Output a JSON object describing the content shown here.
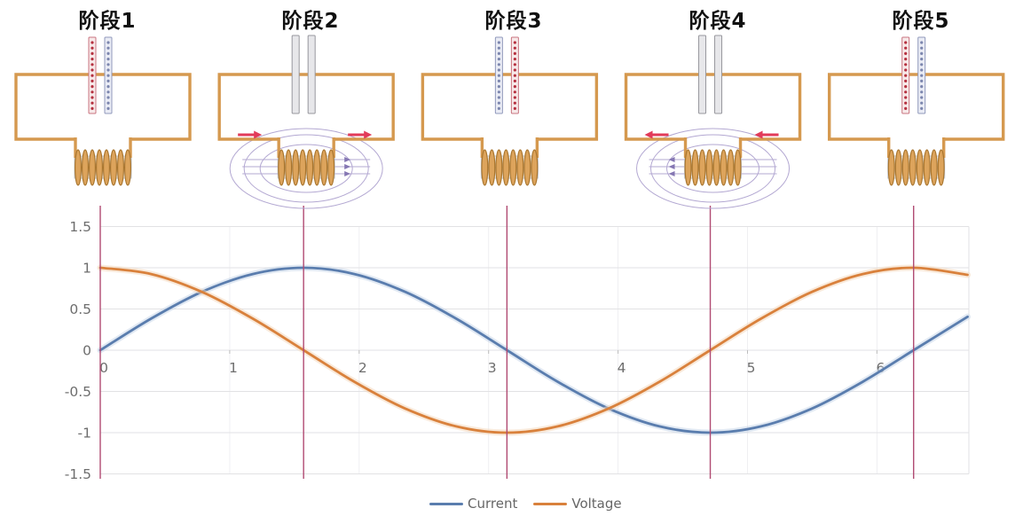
{
  "figure": {
    "description": "LC oscillation stages with capacitor charge, current direction, coil magnetic field, and current/voltage waveforms"
  },
  "stages": [
    {
      "label": "阶段1",
      "capacitor_state": "charged",
      "plate_left": "positive-red",
      "plate_right": "negative-blue",
      "current_direction": "none",
      "magnetic_field": false
    },
    {
      "label": "阶段2",
      "capacitor_state": "discharged",
      "plate_left": "neutral",
      "plate_right": "neutral",
      "current_direction": "right",
      "magnetic_field": true
    },
    {
      "label": "阶段3",
      "capacitor_state": "charged-reversed",
      "plate_left": "negative-blue",
      "plate_right": "positive-red",
      "current_direction": "none",
      "magnetic_field": false
    },
    {
      "label": "阶段4",
      "capacitor_state": "discharged",
      "plate_left": "neutral",
      "plate_right": "neutral",
      "current_direction": "left",
      "magnetic_field": true
    },
    {
      "label": "阶段5",
      "capacitor_state": "charged",
      "plate_left": "positive-red",
      "plate_right": "negative-blue",
      "current_direction": "none",
      "magnetic_field": false
    }
  ],
  "chart_data": {
    "type": "line",
    "title": "",
    "xlabel": "",
    "ylabel": "",
    "x_range": [
      0,
      6.7
    ],
    "ylim": [
      -1.5,
      1.5
    ],
    "grid": true,
    "legend_position": "bottom",
    "x_ticks": [
      "0",
      "1",
      "2",
      "3",
      "4",
      "5",
      "6"
    ],
    "y_ticks": [
      "1.5",
      "1",
      "0.5",
      "0",
      "-0.5",
      "-1",
      "-1.5"
    ],
    "stage_marker_x": [
      0,
      1.5708,
      3.1416,
      4.7124,
      6.2832
    ],
    "x": [
      0,
      0.393,
      0.785,
      1.178,
      1.571,
      1.963,
      2.356,
      2.749,
      3.142,
      3.534,
      3.927,
      4.32,
      4.712,
      5.105,
      5.498,
      5.89,
      6.283,
      6.7
    ],
    "series": [
      {
        "name": "Current",
        "function": "sin(x)",
        "color": "#5a7dae",
        "halo": "#c3d3e8",
        "y": [
          0,
          0.383,
          0.707,
          0.924,
          1,
          0.924,
          0.707,
          0.383,
          0,
          -0.383,
          -0.707,
          -0.924,
          -1,
          -0.924,
          -0.707,
          -0.383,
          0,
          0.405
        ]
      },
      {
        "name": "Voltage",
        "function": "cos(x)",
        "color": "#d9813c",
        "halo": "#f3d6b8",
        "y": [
          1,
          0.924,
          0.707,
          0.383,
          0,
          -0.383,
          -0.707,
          -0.924,
          -1,
          -0.924,
          -0.707,
          -0.383,
          0,
          0.383,
          0.707,
          0.924,
          1,
          0.914
        ]
      }
    ]
  },
  "colors": {
    "circuit": "#d5994f",
    "coil_fill": "#dda45c",
    "coil_stroke": "#a9762f",
    "coil_core_fill": "#f2f3f6",
    "coil_core_stroke": "#bcc3cf",
    "stage_line": "#b04a72",
    "gridline": "#e2e2e4",
    "gridline_faint": "#efeff2",
    "axis_label": "#6e6e6e",
    "current_arrow": "#e23b5a",
    "field_line": "#b3a8d2",
    "field_arrow": "#8577b3",
    "plate_red_fill": "#f7e9e9",
    "plate_red_stroke": "#c97480",
    "plate_red_dot": "#b5303f",
    "plate_blue_fill": "#eaecf5",
    "plate_blue_stroke": "#9099bb",
    "plate_blue_dot": "#7c86ae",
    "plate_neutral_fill": "#e7e7ea",
    "plate_neutral_stroke": "#97979d"
  }
}
